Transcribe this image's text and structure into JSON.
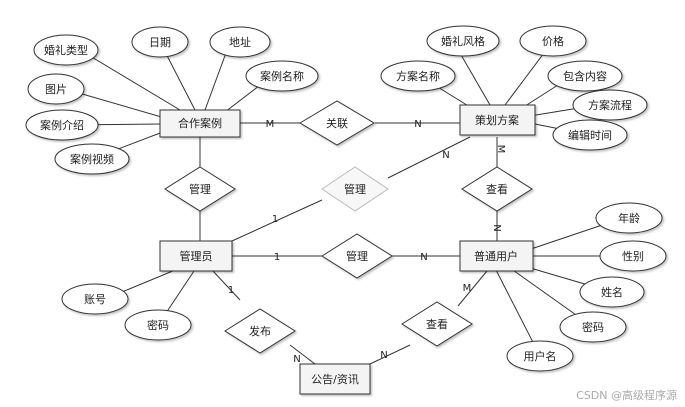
{
  "entities": {
    "case": "合作案例",
    "plan": "策划方案",
    "admin": "管理员",
    "user": "普通用户",
    "notice": "公告/资讯"
  },
  "relationships": {
    "case_plan": "关联",
    "admin_case": "管理",
    "admin_plan": "管理",
    "admin_user": "管理",
    "plan_user": "查看",
    "admin_notice": "发布",
    "user_notice": "查看"
  },
  "attributes": {
    "case": [
      "婚礼类型",
      "日期",
      "地址",
      "案例名称",
      "图片",
      "案例介绍",
      "案例视频"
    ],
    "plan": [
      "婚礼风格",
      "价格",
      "方案名称",
      "包含内容",
      "方案流程",
      "编辑时间"
    ],
    "admin": [
      "账号",
      "密码"
    ],
    "user": [
      "年龄",
      "性别",
      "姓名",
      "密码",
      "用户名"
    ]
  },
  "cardinalities": {
    "case_rel": "M",
    "plan_rel": "N",
    "admin_plan_admin": "1",
    "admin_plan_plan": "N",
    "plan_view": "M",
    "user_view": "N",
    "admin_user_admin": "1",
    "admin_user_user": "N",
    "admin_notice_admin": "1",
    "admin_notice_notice": "N",
    "user_notice_notice": "N",
    "user_notice_user": "M"
  },
  "watermark": "CSDN @高级程序源",
  "colors": {
    "line": "#333333",
    "fill": "#ffffff",
    "entity_fill": "#f4f4f4",
    "faded_fill": "#f7f7f7",
    "faded_stroke": "#bbbbbb",
    "watermark": "#aaaaaa"
  }
}
